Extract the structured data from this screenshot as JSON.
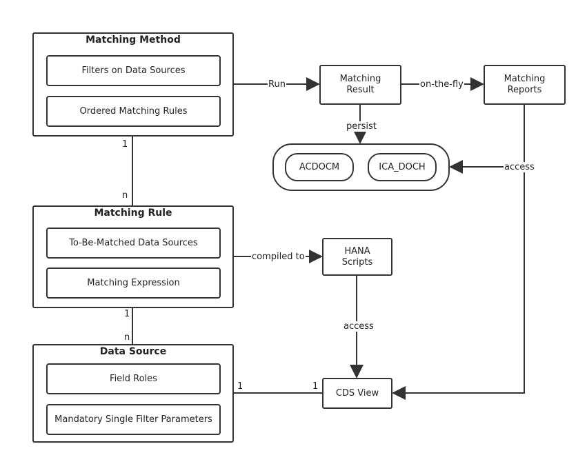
{
  "matching_method": {
    "title": "Matching Method",
    "items": [
      "Filters on Data Sources",
      "Ordered Matching Rules"
    ]
  },
  "matching_rule": {
    "title": "Matching Rule",
    "items": [
      "To-Be-Matched Data Sources",
      "Matching Expression"
    ]
  },
  "data_source": {
    "title": "Data Source",
    "items": [
      "Field Roles",
      "Mandatory Single Filter Parameters"
    ]
  },
  "matching_result": {
    "line1": "Matching",
    "line2": "Result"
  },
  "matching_reports": {
    "line1": "Matching",
    "line2": "Reports"
  },
  "hana_scripts": {
    "line1": "HANA",
    "line2": "Scripts"
  },
  "cds_view": {
    "label": "CDS View"
  },
  "tables": [
    "ACDOCM",
    "ICA_DOCH"
  ],
  "edge_labels": {
    "run": "Run",
    "on_the_fly": "on-the-fly",
    "persist": "persist",
    "access_reports": "access",
    "compiled_to": "compiled to",
    "access_hana": "access"
  },
  "multiplicities": {
    "method_rule_top": "1",
    "method_rule_bottom": "n",
    "rule_source_top": "1",
    "rule_source_bottom": "n",
    "source_cds_left": "1",
    "source_cds_right": "1"
  }
}
